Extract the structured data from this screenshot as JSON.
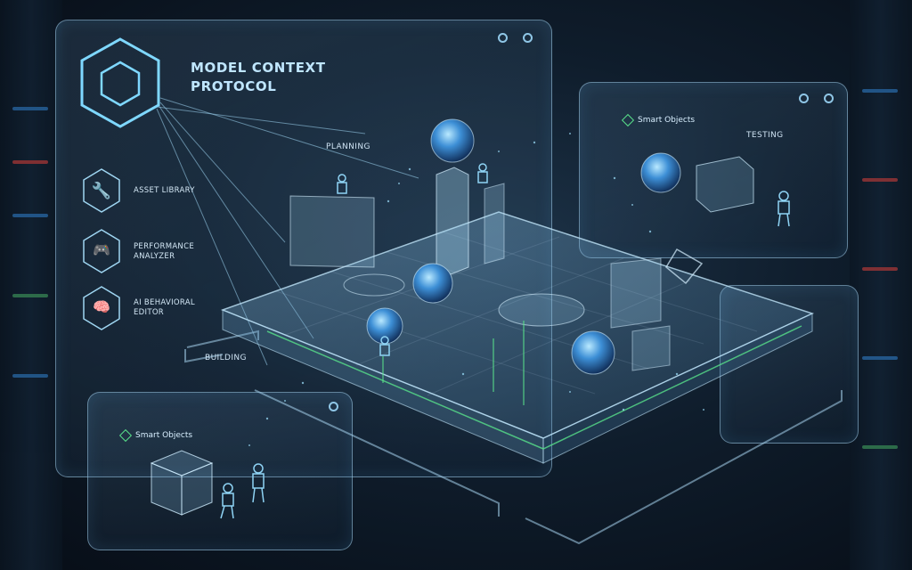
{
  "header": {
    "title_line1": "MODEL CONTEXT",
    "title_line2": "PROTOCOL"
  },
  "tools": [
    {
      "label": "ASSET LIBRARY",
      "icon": "wrench-icon"
    },
    {
      "label": "PERFORMANCE ANALYZER",
      "label_line1": "PERFORMANCE",
      "label_line2": "ANALYZER",
      "icon": "gamepad-icon"
    },
    {
      "label": "AI BEHAVIORAL EDITOR",
      "label_line1": "AI BEHAVIORAL",
      "label_line2": "EDITOR",
      "icon": "brain-icon"
    }
  ],
  "stages": {
    "planning": "PLANNING",
    "building": "BUILDING",
    "testing": "TESTING"
  },
  "smart_objects": {
    "top_label": "Smart Objects",
    "bottom_label": "Smart Objects"
  },
  "colors": {
    "accent": "#6fd3ff",
    "glow": "#9fe3ff",
    "green": "#58e08a",
    "panel_border": "#a0cdeb"
  }
}
